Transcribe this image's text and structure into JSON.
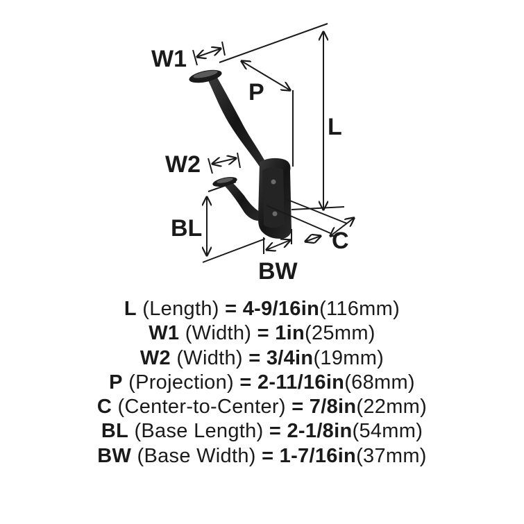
{
  "labels": {
    "W1": "W1",
    "P": "P",
    "L": "L",
    "W2": "W2",
    "BL": "BL",
    "C": "C",
    "BW": "BW"
  },
  "colors": {
    "finish": "#1b1b1b",
    "highlight": "#5a5a5a",
    "line": "#1a1a1a"
  },
  "specs": [
    {
      "code": "L",
      "desc": "(Length)",
      "eq": "=",
      "value": "4-9/16in",
      "metric": "(116mm)"
    },
    {
      "code": "W1",
      "desc": "(Width)",
      "eq": "=",
      "value": "1in",
      "metric": "(25mm)"
    },
    {
      "code": "W2",
      "desc": "(Width)",
      "eq": "=",
      "value": "3/4in",
      "metric": "(19mm)"
    },
    {
      "code": "P",
      "desc": "(Projection)",
      "eq": "=",
      "value": "2-11/16in",
      "metric": "(68mm)"
    },
    {
      "code": "C",
      "desc": "(Center-to-Center)",
      "eq": "=",
      "value": "7/8in",
      "metric": "(22mm)"
    },
    {
      "code": "BL",
      "desc": "(Base Length)",
      "eq": "=",
      "value": "2-1/8in",
      "metric": "(54mm)"
    },
    {
      "code": "BW",
      "desc": "(Base Width)",
      "eq": "=",
      "value": "1-7/16in",
      "metric": "(37mm)"
    }
  ]
}
